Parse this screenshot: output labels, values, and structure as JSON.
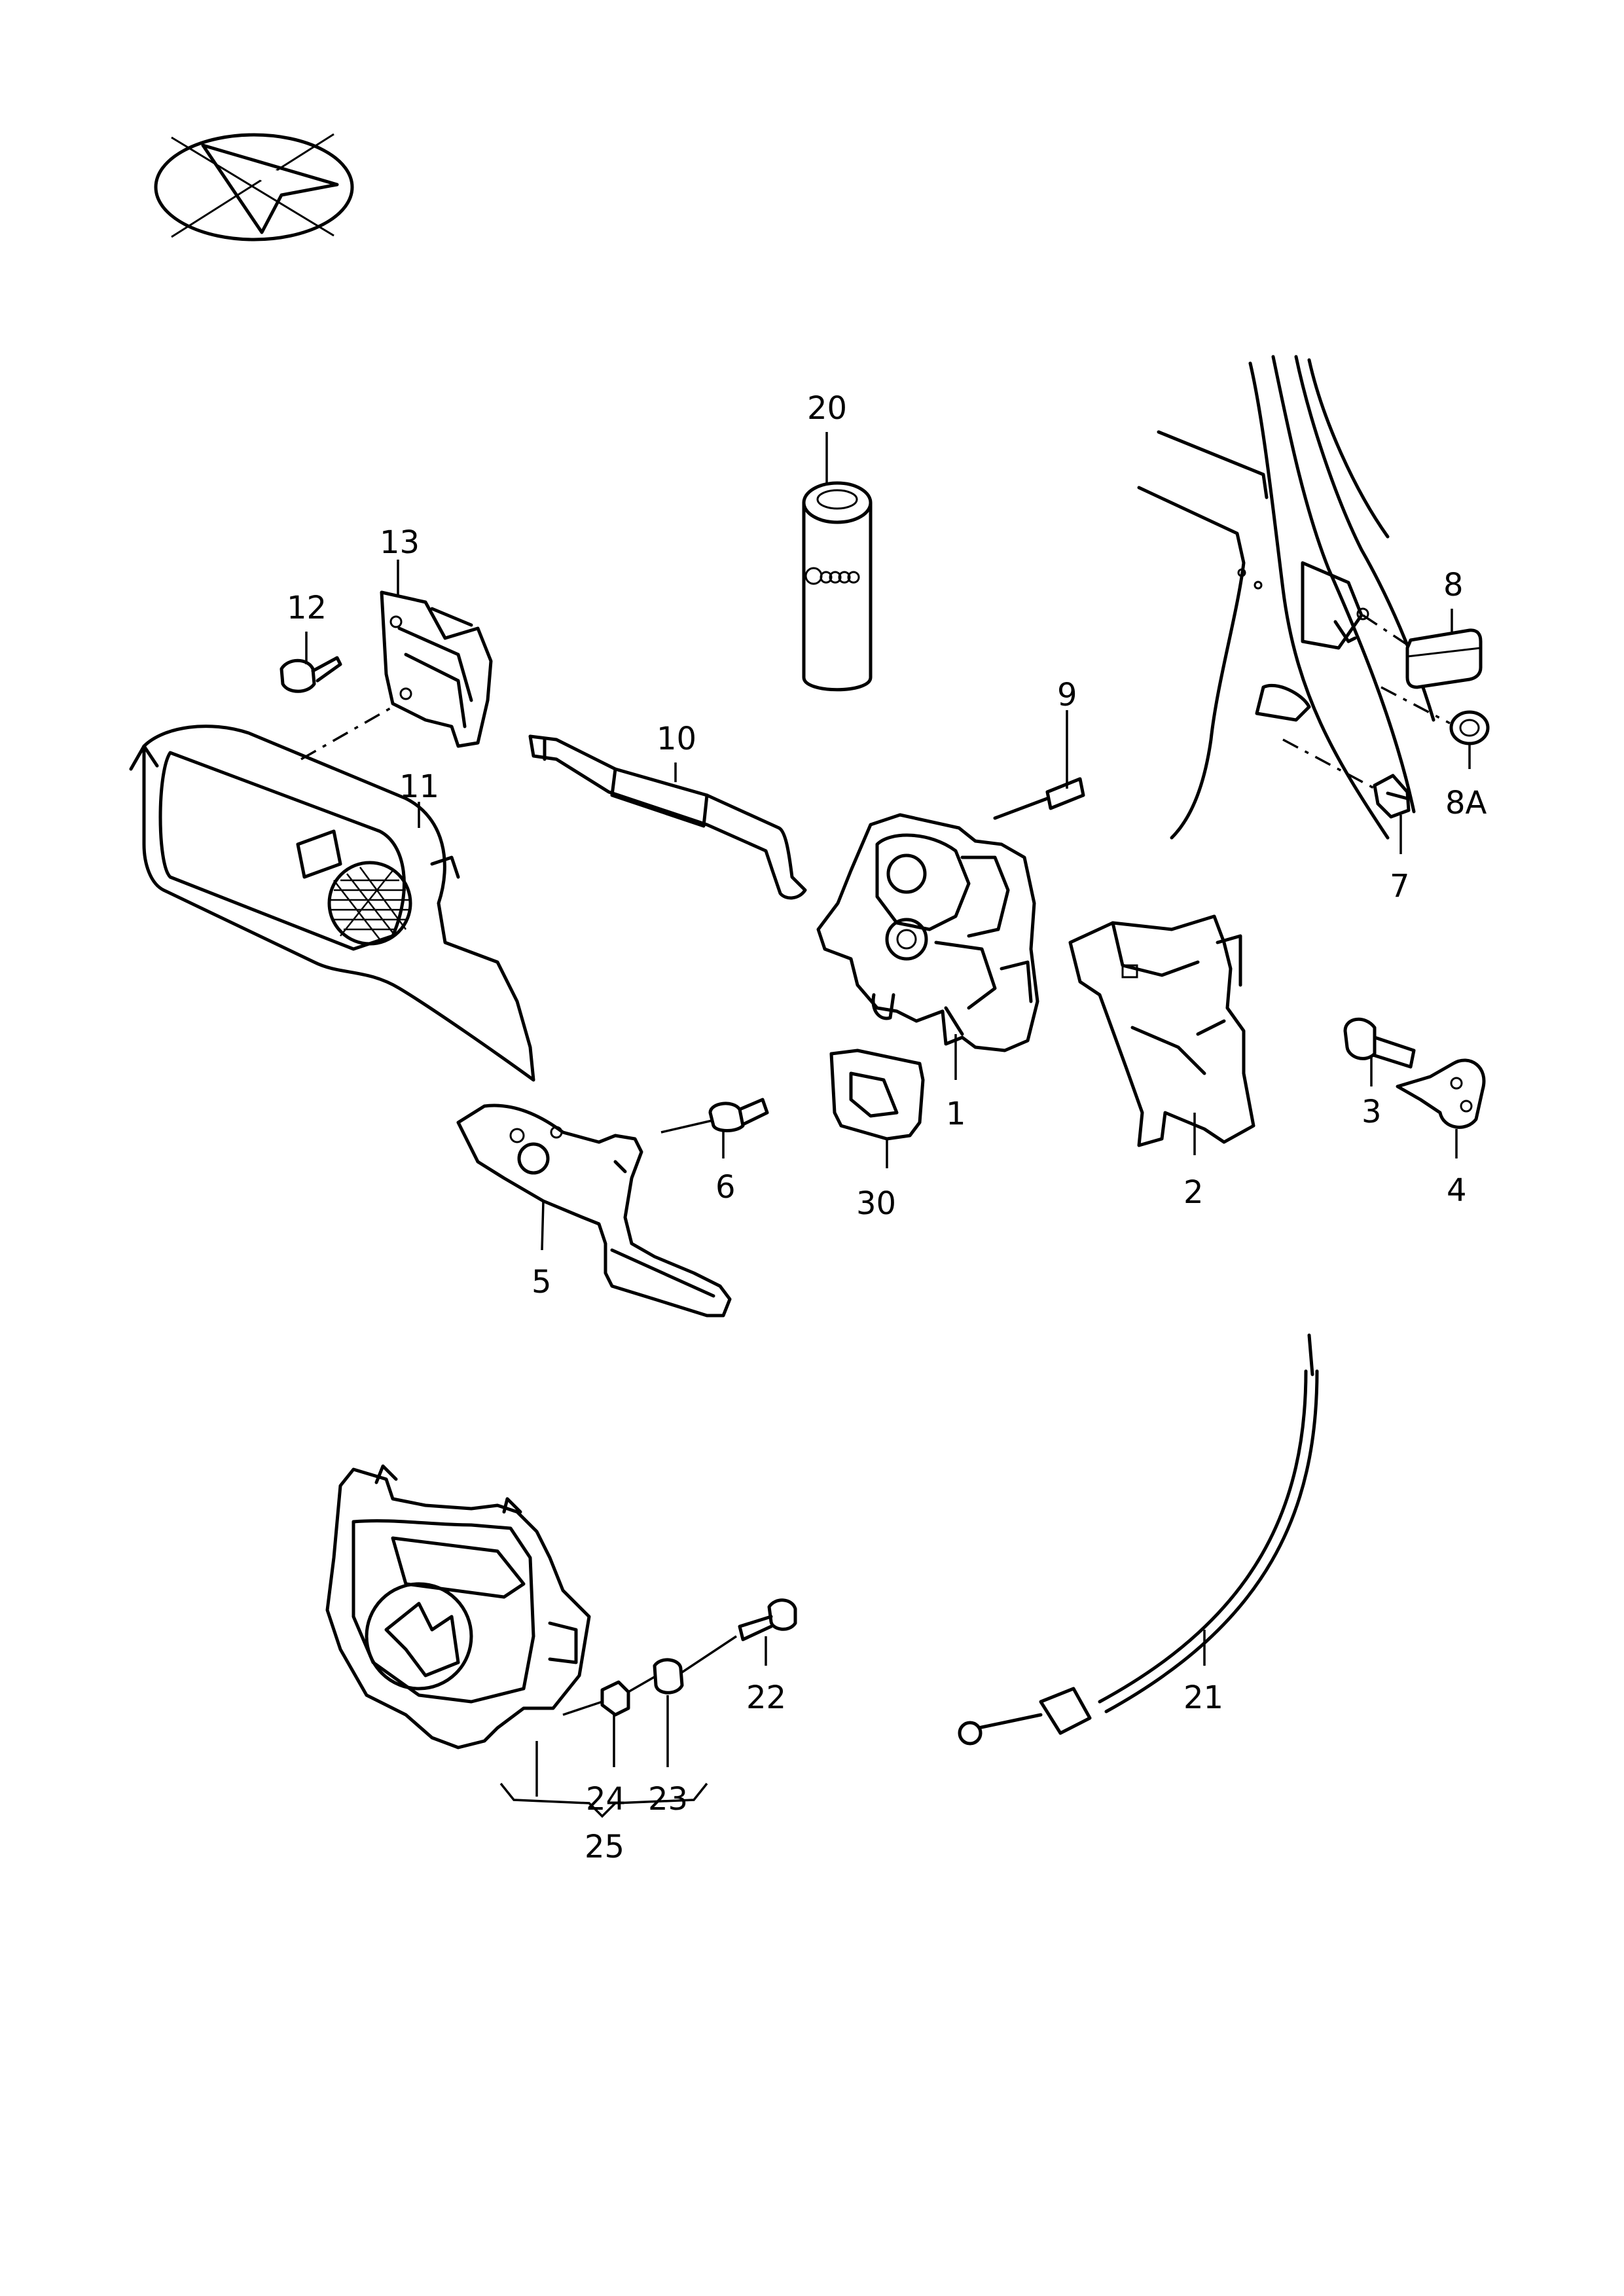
{
  "callouts": [
    {
      "id": "1",
      "label": "1"
    },
    {
      "id": "2",
      "label": "2"
    },
    {
      "id": "3",
      "label": "3"
    },
    {
      "id": "4",
      "label": "4"
    },
    {
      "id": "5",
      "label": "5"
    },
    {
      "id": "6",
      "label": "6"
    },
    {
      "id": "7",
      "label": "7"
    },
    {
      "id": "8",
      "label": "8"
    },
    {
      "id": "8A",
      "label": "8A"
    },
    {
      "id": "9",
      "label": "9"
    },
    {
      "id": "10",
      "label": "10"
    },
    {
      "id": "11",
      "label": "11"
    },
    {
      "id": "12",
      "label": "12"
    },
    {
      "id": "13",
      "label": "13"
    },
    {
      "id": "20",
      "label": "20"
    },
    {
      "id": "21",
      "label": "21"
    },
    {
      "id": "22",
      "label": "22"
    },
    {
      "id": "23",
      "label": "23"
    },
    {
      "id": "24",
      "label": "24"
    },
    {
      "id": "25",
      "label": "25"
    },
    {
      "id": "30",
      "label": "30"
    }
  ],
  "colors": {
    "ink": "#000000",
    "paper": "#ffffff"
  }
}
